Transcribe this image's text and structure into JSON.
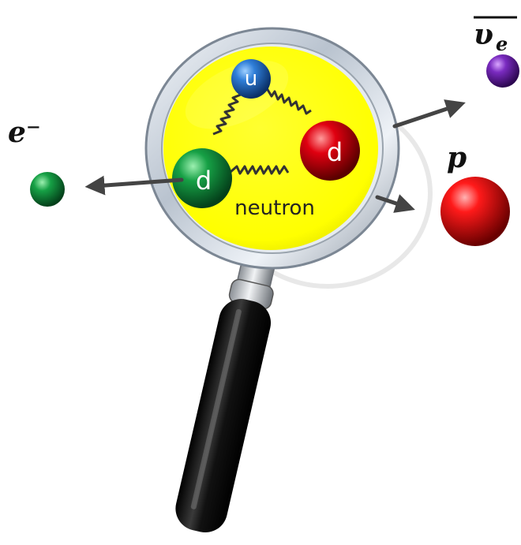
{
  "labels": {
    "electron": "e⁻",
    "proton": "p",
    "antineutrino_base": "υ",
    "antineutrino_sub": "e",
    "neutron": "neutron"
  },
  "quarks": {
    "up": "u",
    "down_right": "d",
    "down_left": "d"
  },
  "colors": {
    "lens_fill": "#ffff00",
    "up_quark": "#1a5fb4",
    "down_quark_red": "#c0000a",
    "down_quark_green": "#138a3a",
    "electron": "#1aa04a",
    "proton": "#e00000",
    "antineutrino": "#6a1fa8",
    "arrow": "#444444",
    "handle": "#111111"
  },
  "icons": {
    "magnifier": "magnifying-glass-icon"
  }
}
